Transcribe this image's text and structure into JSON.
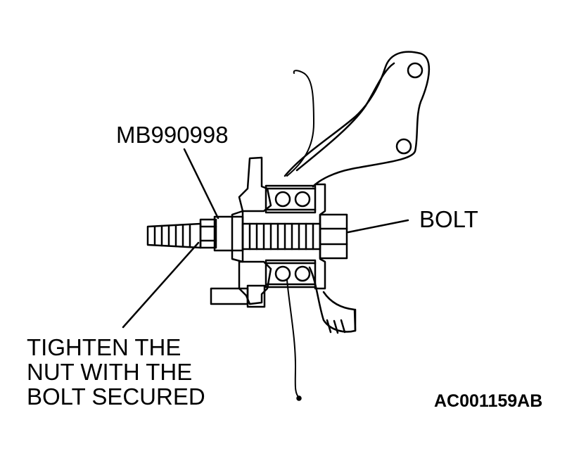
{
  "labels": {
    "tool": "MB990998",
    "bolt": "BOLT",
    "instruction_lines": [
      "TIGHTEN THE",
      "NUT WITH THE",
      "BOLT SECURED"
    ],
    "figure_code": "AC001159AB"
  },
  "colors": {
    "line": "#000000",
    "background": "#ffffff"
  }
}
